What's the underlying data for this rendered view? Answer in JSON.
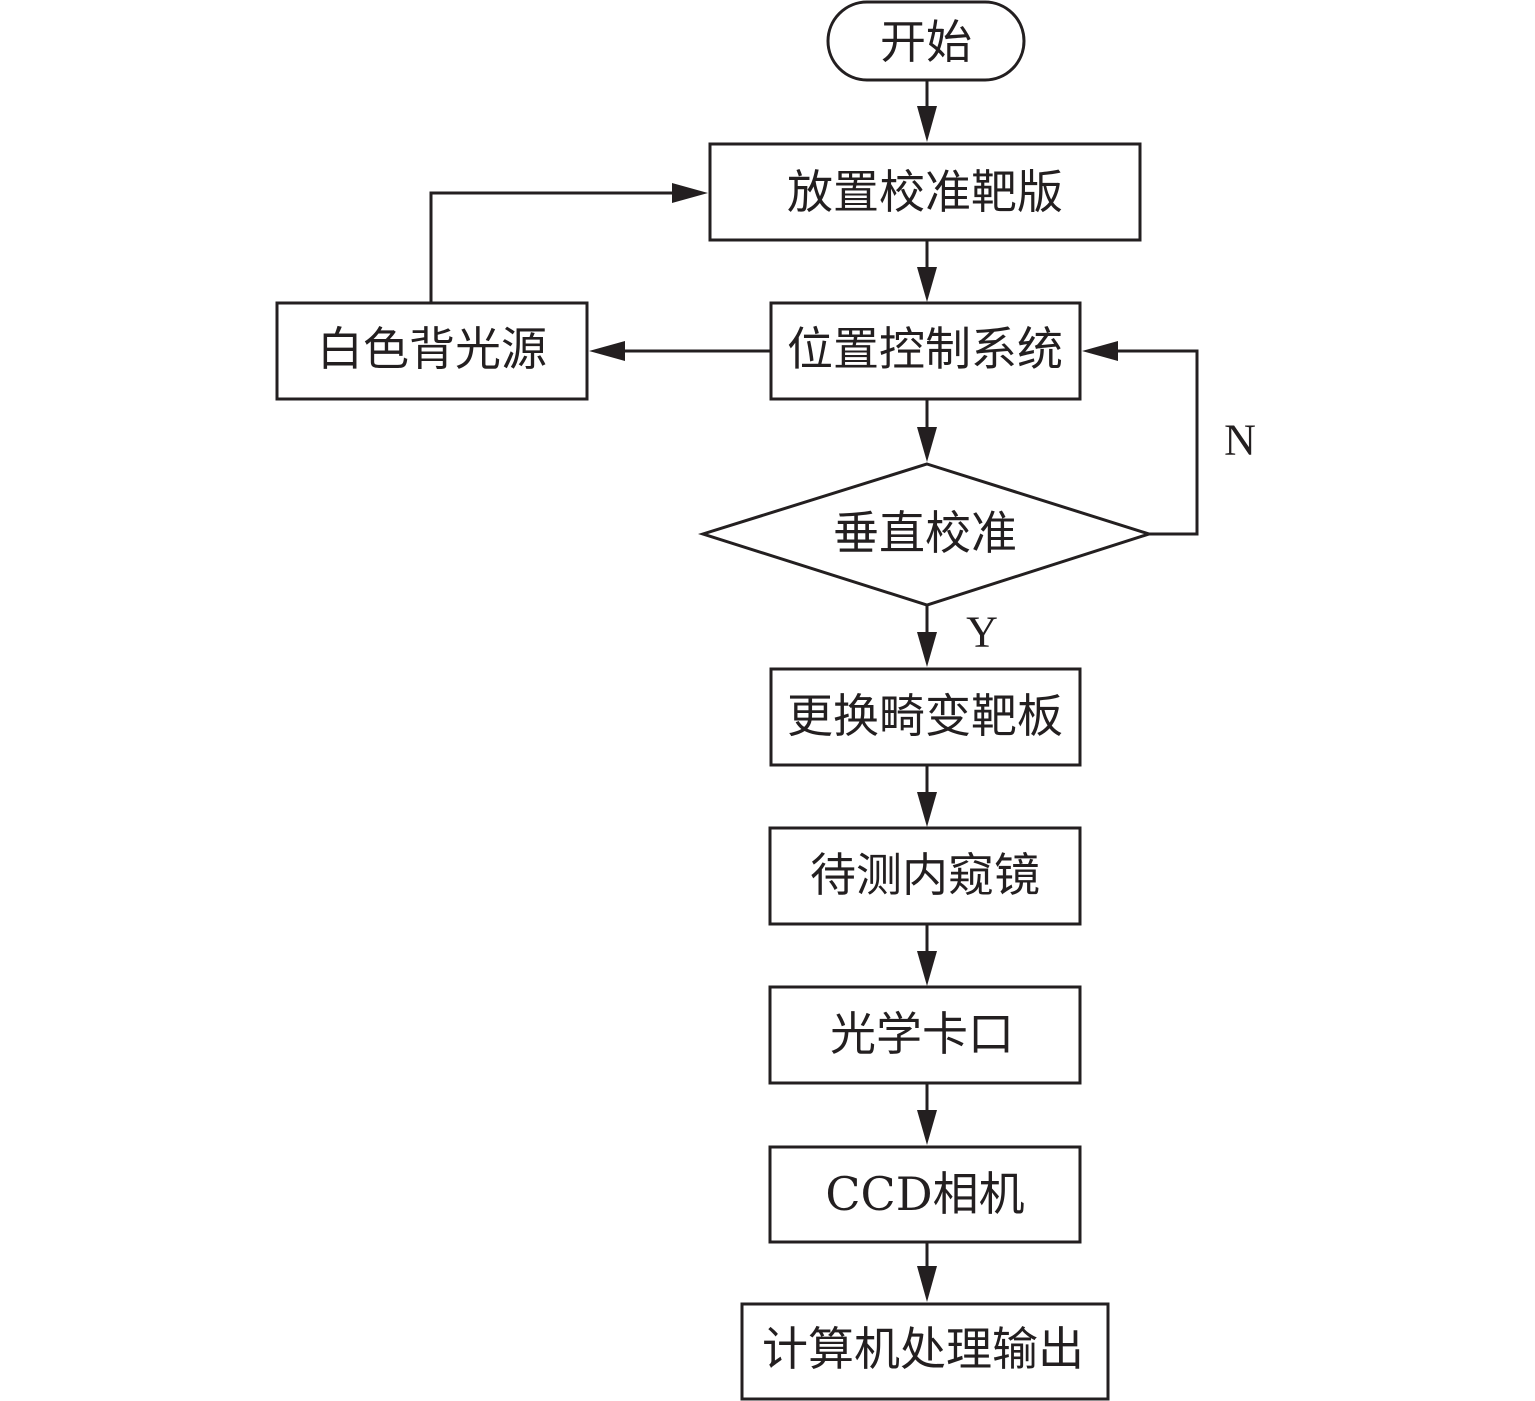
{
  "diagram": {
    "type": "flowchart",
    "line_color": "#231f20",
    "background": "#ffffff",
    "nodes": {
      "start": {
        "label": "开始",
        "shape": "terminator"
      },
      "place_calibration_target": {
        "label": "放置校准靶版",
        "shape": "process"
      },
      "white_backlight": {
        "label": "白色背光源",
        "shape": "process"
      },
      "position_control_system": {
        "label": "位置控制系统",
        "shape": "process"
      },
      "vertical_calibration": {
        "label": "垂直校准",
        "shape": "decision"
      },
      "replace_distortion_target": {
        "label": "更换畸变靶板",
        "shape": "process"
      },
      "endoscope_under_test": {
        "label": "待测内窥镜",
        "shape": "process"
      },
      "optical_mount": {
        "label": "光学卡口",
        "shape": "process"
      },
      "ccd_camera": {
        "label": "CCD相机",
        "shape": "process"
      },
      "computer_output": {
        "label": "计算机处理输出",
        "shape": "process"
      }
    },
    "edges": [
      {
        "from": "start",
        "to": "place_calibration_target",
        "label": ""
      },
      {
        "from": "place_calibration_target",
        "to": "position_control_system",
        "label": ""
      },
      {
        "from": "position_control_system",
        "to": "white_backlight",
        "label": ""
      },
      {
        "from": "white_backlight",
        "to": "place_calibration_target",
        "label": ""
      },
      {
        "from": "position_control_system",
        "to": "vertical_calibration",
        "label": ""
      },
      {
        "from": "vertical_calibration",
        "to": "position_control_system",
        "label": "N"
      },
      {
        "from": "vertical_calibration",
        "to": "replace_distortion_target",
        "label": "Y"
      },
      {
        "from": "replace_distortion_target",
        "to": "endoscope_under_test",
        "label": ""
      },
      {
        "from": "endoscope_under_test",
        "to": "optical_mount",
        "label": ""
      },
      {
        "from": "optical_mount",
        "to": "ccd_camera",
        "label": ""
      },
      {
        "from": "ccd_camera",
        "to": "computer_output",
        "label": ""
      }
    ],
    "edge_labels": {
      "no": "N",
      "yes": "Y"
    }
  }
}
